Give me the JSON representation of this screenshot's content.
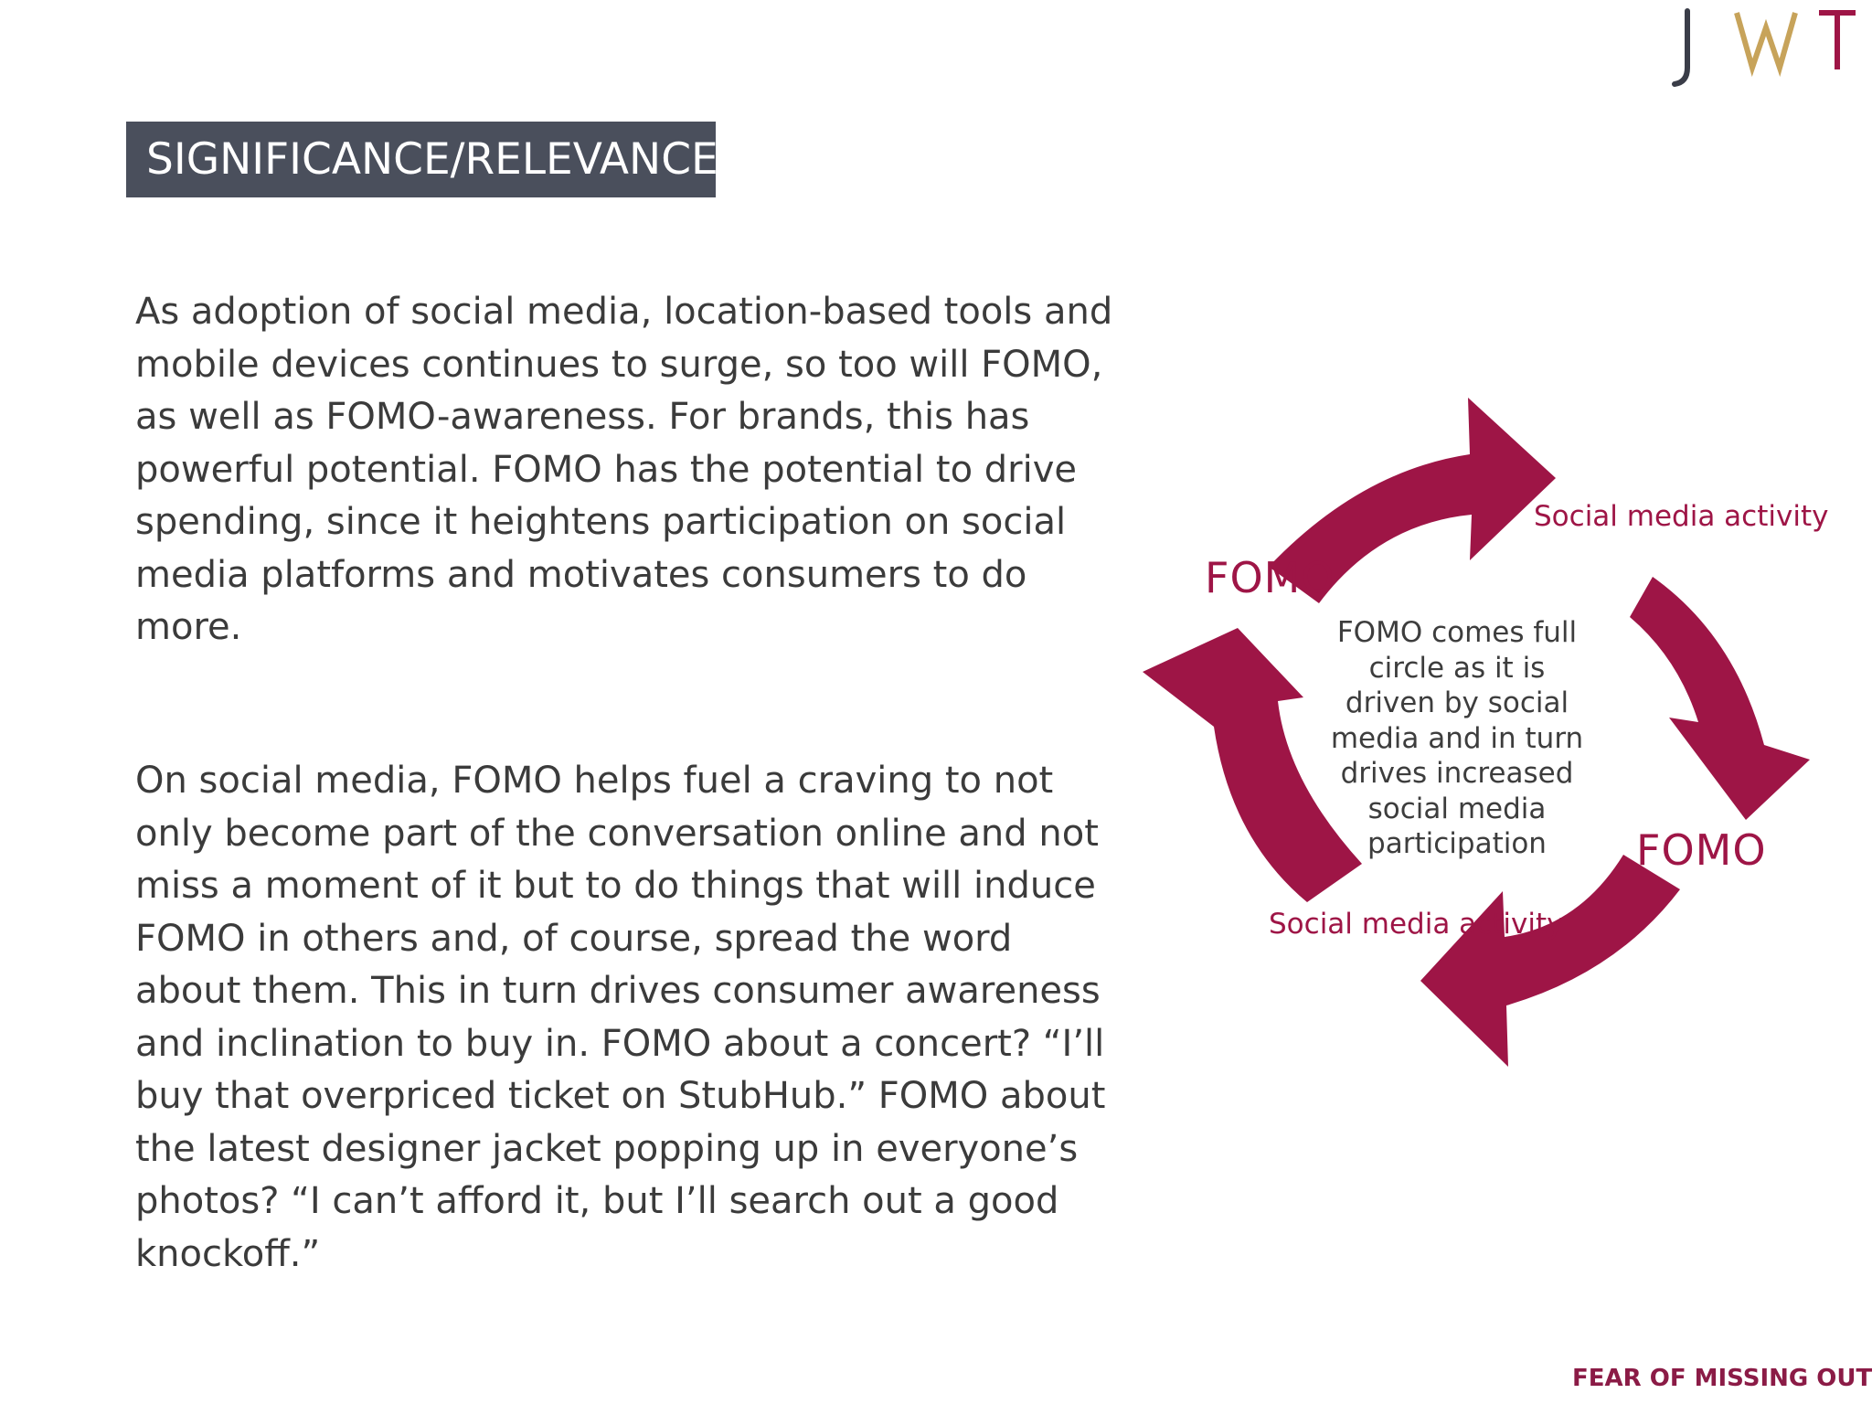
{
  "logo": {
    "text": "JWT",
    "letters": [
      "J",
      "W",
      "T"
    ],
    "colors": {
      "J": "#3a3d48",
      "W": "#c7a35a",
      "T": "#9e1546"
    }
  },
  "section_label": "SIGNIFICANCE/RELEVANCE",
  "paragraphs": [
    "As adoption of social media, location-based tools and mobile devices continues to surge, so too will FOMO, as well as FOMO-awareness. For brands, this has powerful potential. FOMO has the potential to drive spending, since it heightens participation on social media platforms and motivates consumers to do more.",
    "On social media, FOMO helps fuel a craving to not only become part of the conversation online and not miss a moment of it but to do things that will induce FOMO in others and, of course, spread the word about them. This in turn drives consumer awareness and inclination to buy in. FOMO about a concert? “I’ll buy that overpriced ticket on StubHub.” FOMO about the latest designer jacket popping up in everyone’s photos? “I can’t afford it, but I’ll search out a good knockoff.”"
  ],
  "diagram": {
    "center_text": "FOMO comes full circle as it is driven by social media and in turn drives increased social media participation",
    "labels": {
      "fomo_left": "FOMO",
      "social_top_right": "Social media activity",
      "fomo_right": "FOMO",
      "social_bottom_left": "Social media activity"
    },
    "arrow_color": "#9e1546",
    "icon": "circular-arrows-cycle"
  },
  "footer": "FEAR OF MISSING OUT"
}
